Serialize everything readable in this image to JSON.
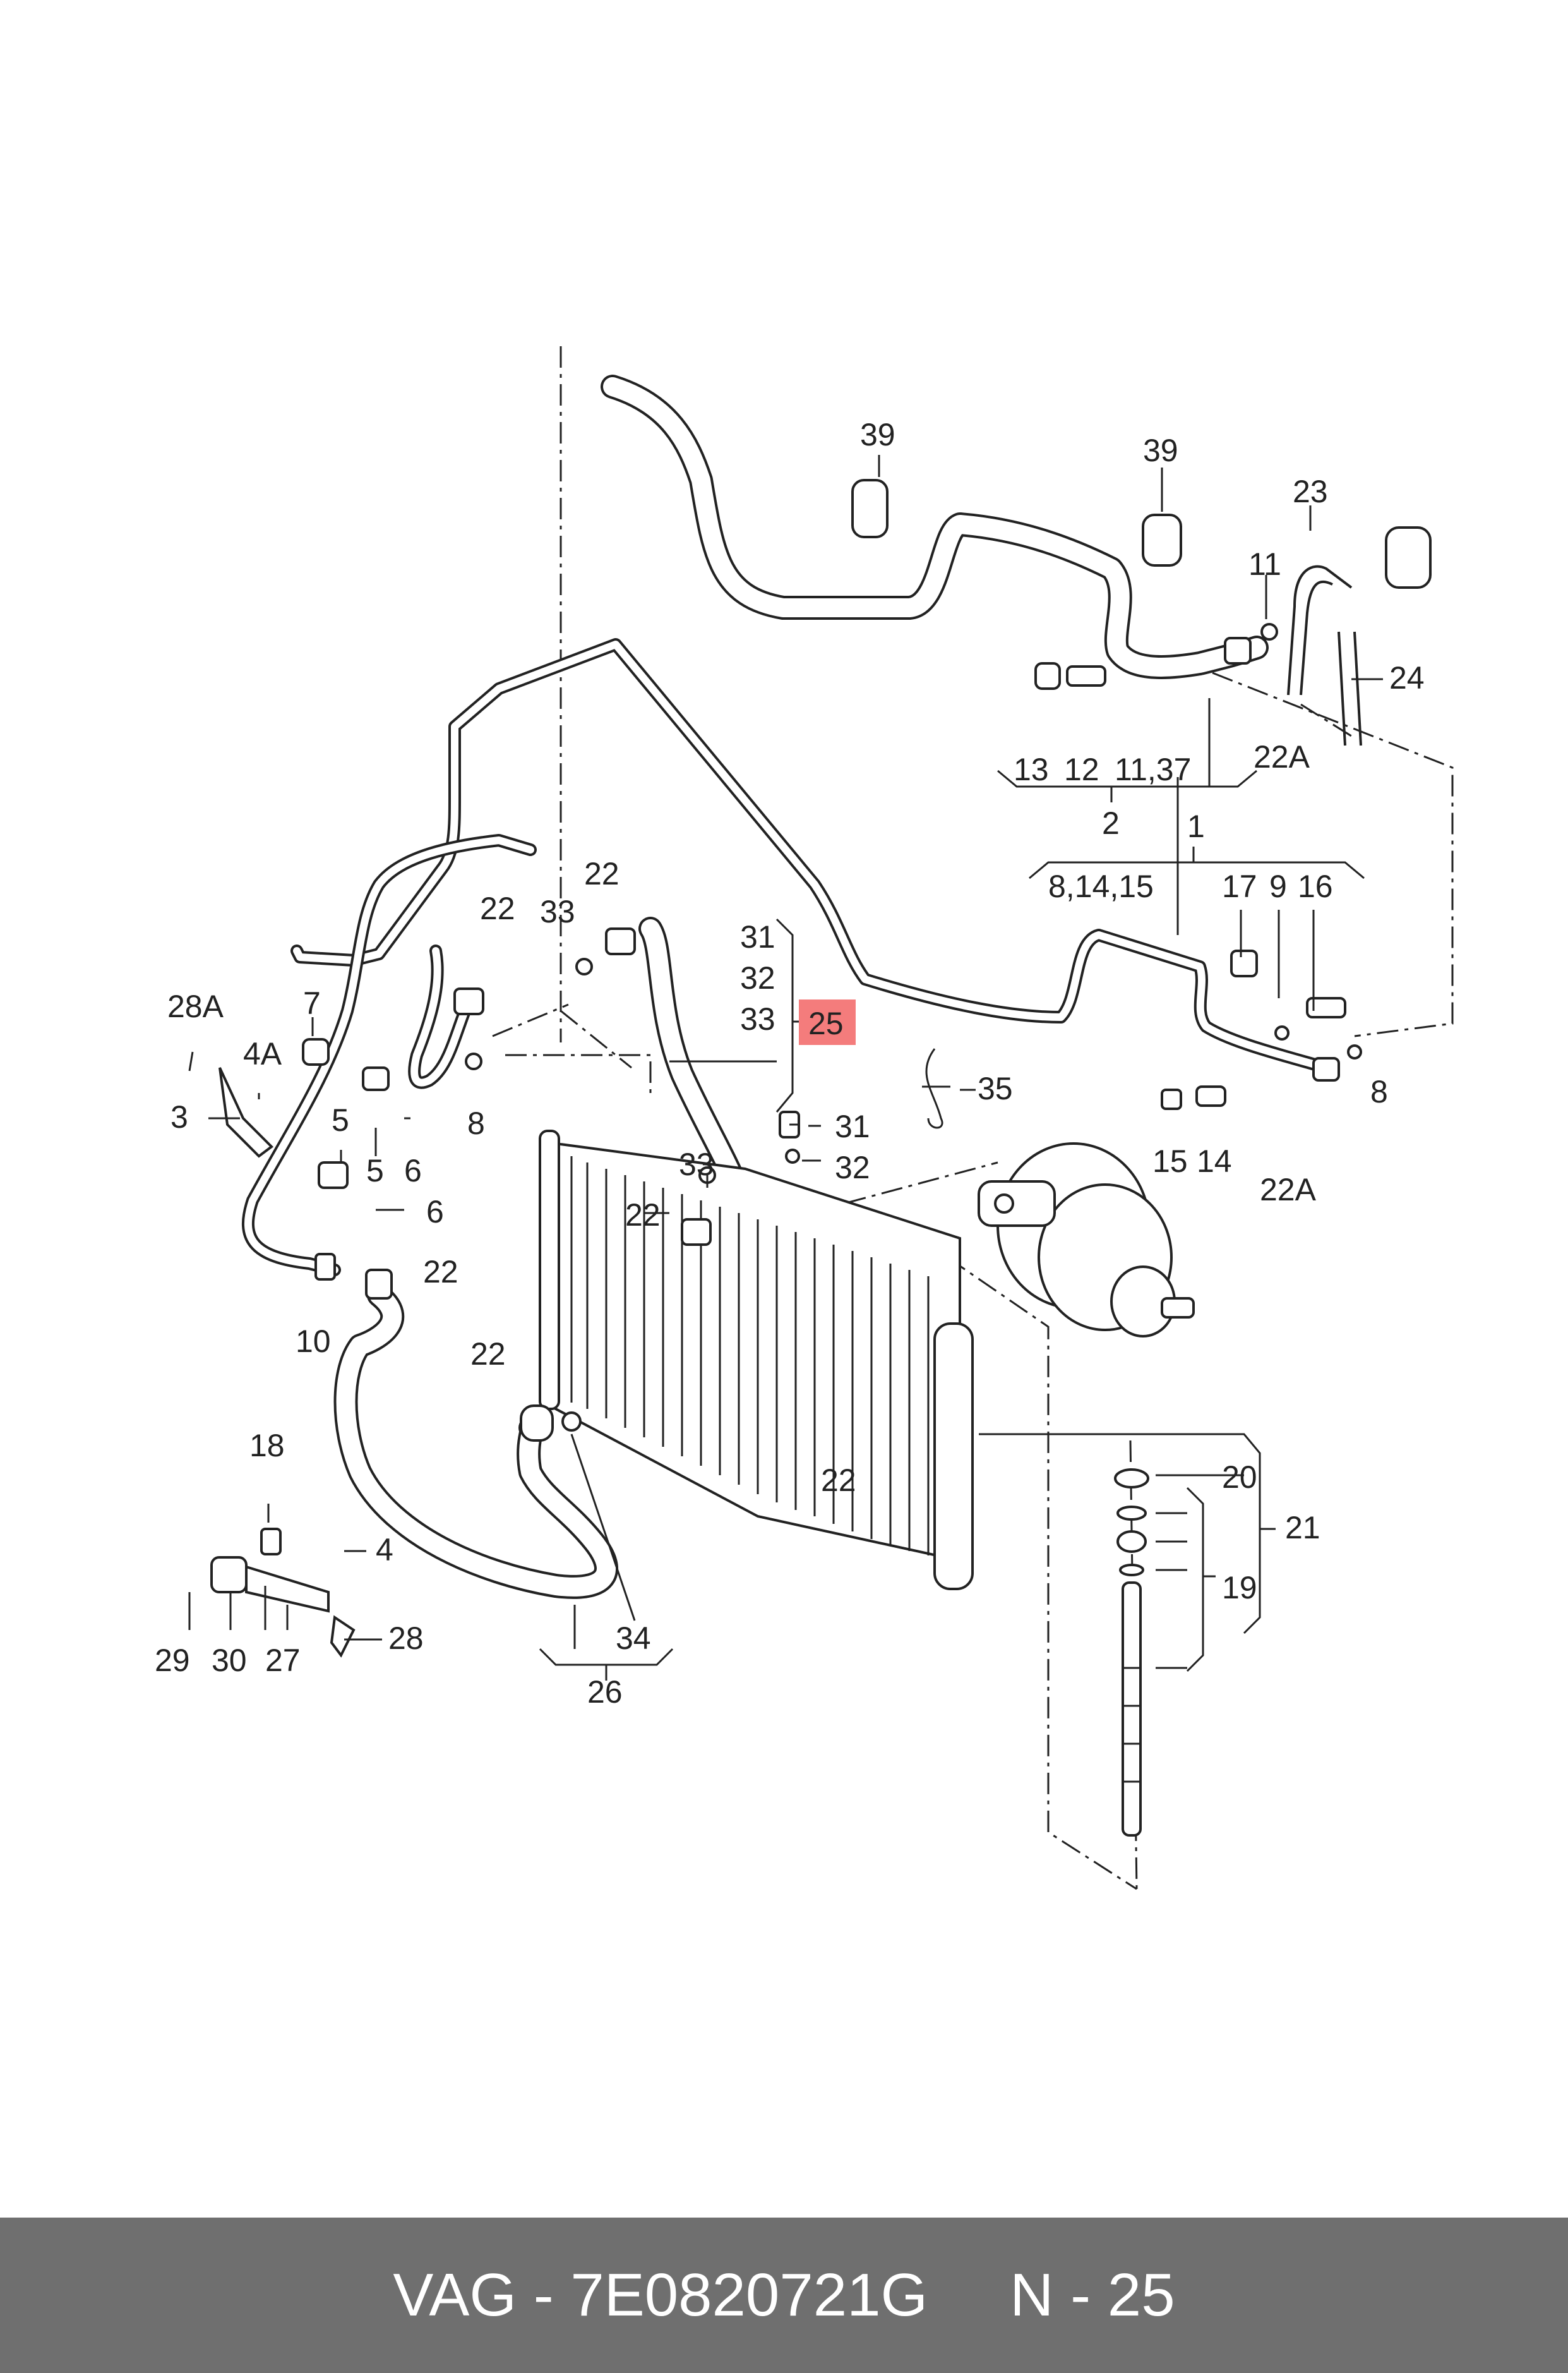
{
  "callouts": {
    "c1": "1",
    "c2": "2",
    "c3": "3",
    "c4": "4",
    "c4A": "4A",
    "c5a": "5",
    "c5b": "5",
    "c6a": "6",
    "c6b": "6",
    "c7": "7",
    "c8a": "8",
    "c8b": "8",
    "c9": "9",
    "c10": "10",
    "c11a": "11",
    "c11_37": "11,37",
    "c12": "12",
    "c13": "13",
    "c14": "14",
    "c8_14_15": "8,14,15",
    "c15": "15",
    "c16": "16",
    "c17": "17",
    "c18": "18",
    "c19": "19",
    "c20": "20",
    "c21": "21",
    "c22a": "22",
    "c22b": "22",
    "c22c": "22",
    "c22d": "22",
    "c22e": "22",
    "c22f": "22",
    "c22A_a": "22A",
    "c22A_b": "22A",
    "c23": "23",
    "c24": "24",
    "c25": "25",
    "c26": "26",
    "c27": "27",
    "c28": "28",
    "c28A": "28A",
    "c29": "29",
    "c30": "30",
    "c31a": "31",
    "c31b": "31",
    "c32a": "32",
    "c32b": "32",
    "c33a": "33",
    "c33b": "33",
    "c33c": "33",
    "c34": "34",
    "c35": "35",
    "c39a": "39",
    "c39b": "39"
  },
  "highlight_color": "#f47c7c",
  "footer": {
    "brand": "VAG",
    "sep1": "-",
    "part_number": "7E0820721G",
    "position_label": "N",
    "sep2": "-",
    "position_number": "25",
    "background": "#6f6f6f"
  }
}
